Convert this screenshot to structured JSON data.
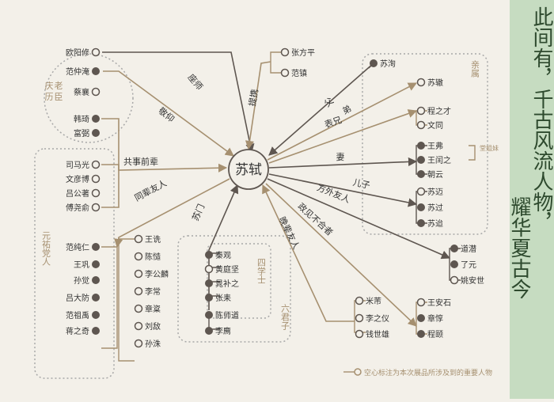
{
  "center": "苏轼",
  "vertical_title": [
    "此间有，千古风流人物，",
    "耀华夏古今"
  ],
  "colors": {
    "dark": "#5e5650",
    "tan": "#a69070",
    "light": "#bfae92",
    "green": "#c6dcc1",
    "title": "#2e4a2e",
    "bg": "#f3f0e9"
  },
  "groups": {
    "qingli": "庆历老臣",
    "yuanyou": "元祐党人",
    "qinshu": "亲属",
    "sixueshi": "四学士",
    "liujunzi": "六君子",
    "tongyuan": "堂姐妹"
  },
  "relations": [
    "座师",
    "敬仰",
    "共事前辈",
    "同辈友人",
    "苏门",
    "提携",
    "父",
    "弟",
    "表兄",
    "妻",
    "儿子",
    "方外友人",
    "政见不合者",
    "晚辈友人"
  ],
  "people": [
    {
      "name": "欧阳修",
      "main": false
    },
    {
      "name": "范仲淹",
      "main": true
    },
    {
      "name": "蔡襄",
      "main": false
    },
    {
      "name": "韩琦",
      "main": true
    },
    {
      "name": "富弼",
      "main": true
    },
    {
      "name": "司马光",
      "main": false
    },
    {
      "name": "文彦博",
      "main": false
    },
    {
      "name": "吕公著",
      "main": false
    },
    {
      "name": "傅尧俞",
      "main": false
    },
    {
      "name": "范纯仁",
      "main": true
    },
    {
      "name": "王巩",
      "main": true
    },
    {
      "name": "孙觉",
      "main": true
    },
    {
      "name": "吕大防",
      "main": true
    },
    {
      "name": "范祖禹",
      "main": true
    },
    {
      "name": "蒋之奇",
      "main": true
    },
    {
      "name": "王诜",
      "main": false
    },
    {
      "name": "陈慥",
      "main": false
    },
    {
      "name": "李公麟",
      "main": false
    },
    {
      "name": "李常",
      "main": false
    },
    {
      "name": "章楶",
      "main": false
    },
    {
      "name": "刘敌",
      "main": false
    },
    {
      "name": "孙洙",
      "main": false
    },
    {
      "name": "秦观",
      "main": true
    },
    {
      "name": "黄庭坚",
      "main": false
    },
    {
      "name": "晁补之",
      "main": true
    },
    {
      "name": "张耒",
      "main": true
    },
    {
      "name": "陈师道",
      "main": true
    },
    {
      "name": "李廌",
      "main": true
    },
    {
      "name": "张方平",
      "main": false
    },
    {
      "name": "范镇",
      "main": false
    },
    {
      "name": "苏洵",
      "main": true
    },
    {
      "name": "苏辙",
      "main": false
    },
    {
      "name": "程之才",
      "main": false
    },
    {
      "name": "文同",
      "main": false
    },
    {
      "name": "王弗",
      "main": true
    },
    {
      "name": "王闰之",
      "main": true
    },
    {
      "name": "朝云",
      "main": true
    },
    {
      "name": "苏迈",
      "main": false
    },
    {
      "name": "苏过",
      "main": true
    },
    {
      "name": "苏迨",
      "main": true
    },
    {
      "name": "道潜",
      "main": true
    },
    {
      "name": "了元",
      "main": true
    },
    {
      "name": "姚安世",
      "main": false
    },
    {
      "name": "米芾",
      "main": false
    },
    {
      "name": "李之仪",
      "main": false
    },
    {
      "name": "钱世雄",
      "main": false
    },
    {
      "name": "王安石",
      "main": false
    },
    {
      "name": "章惇",
      "main": true
    },
    {
      "name": "程颐",
      "main": true
    }
  ],
  "legend": "空心标注为本次展品所涉及到的重要人物"
}
